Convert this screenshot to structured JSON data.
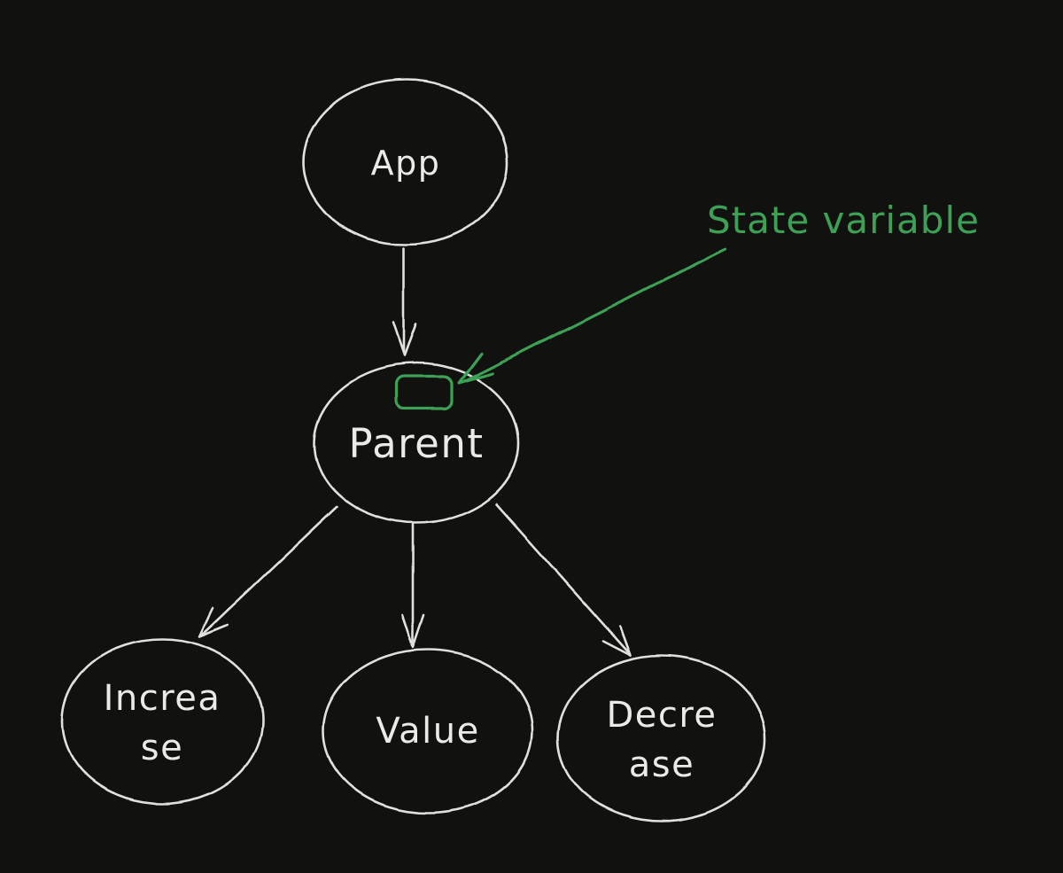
{
  "diagram": {
    "colors": {
      "background": "#111110",
      "stroke": "#e0e0de",
      "text": "#eceae6",
      "accent": "#3da055"
    },
    "nodes": {
      "app": {
        "label": "App"
      },
      "parent": {
        "label": "Parent"
      },
      "increase": {
        "line1": "Increa",
        "line2": "se"
      },
      "value": {
        "label": "Value"
      },
      "decrease": {
        "line1": "Decre",
        "line2": "ase"
      }
    },
    "annotation": {
      "label": "State variable"
    },
    "edges": [
      {
        "from": "App",
        "to": "Parent"
      },
      {
        "from": "Parent",
        "to": "Increase"
      },
      {
        "from": "Parent",
        "to": "Value"
      },
      {
        "from": "Parent",
        "to": "Decrease"
      },
      {
        "from": "State variable label",
        "to": "state box on Parent"
      }
    ]
  }
}
